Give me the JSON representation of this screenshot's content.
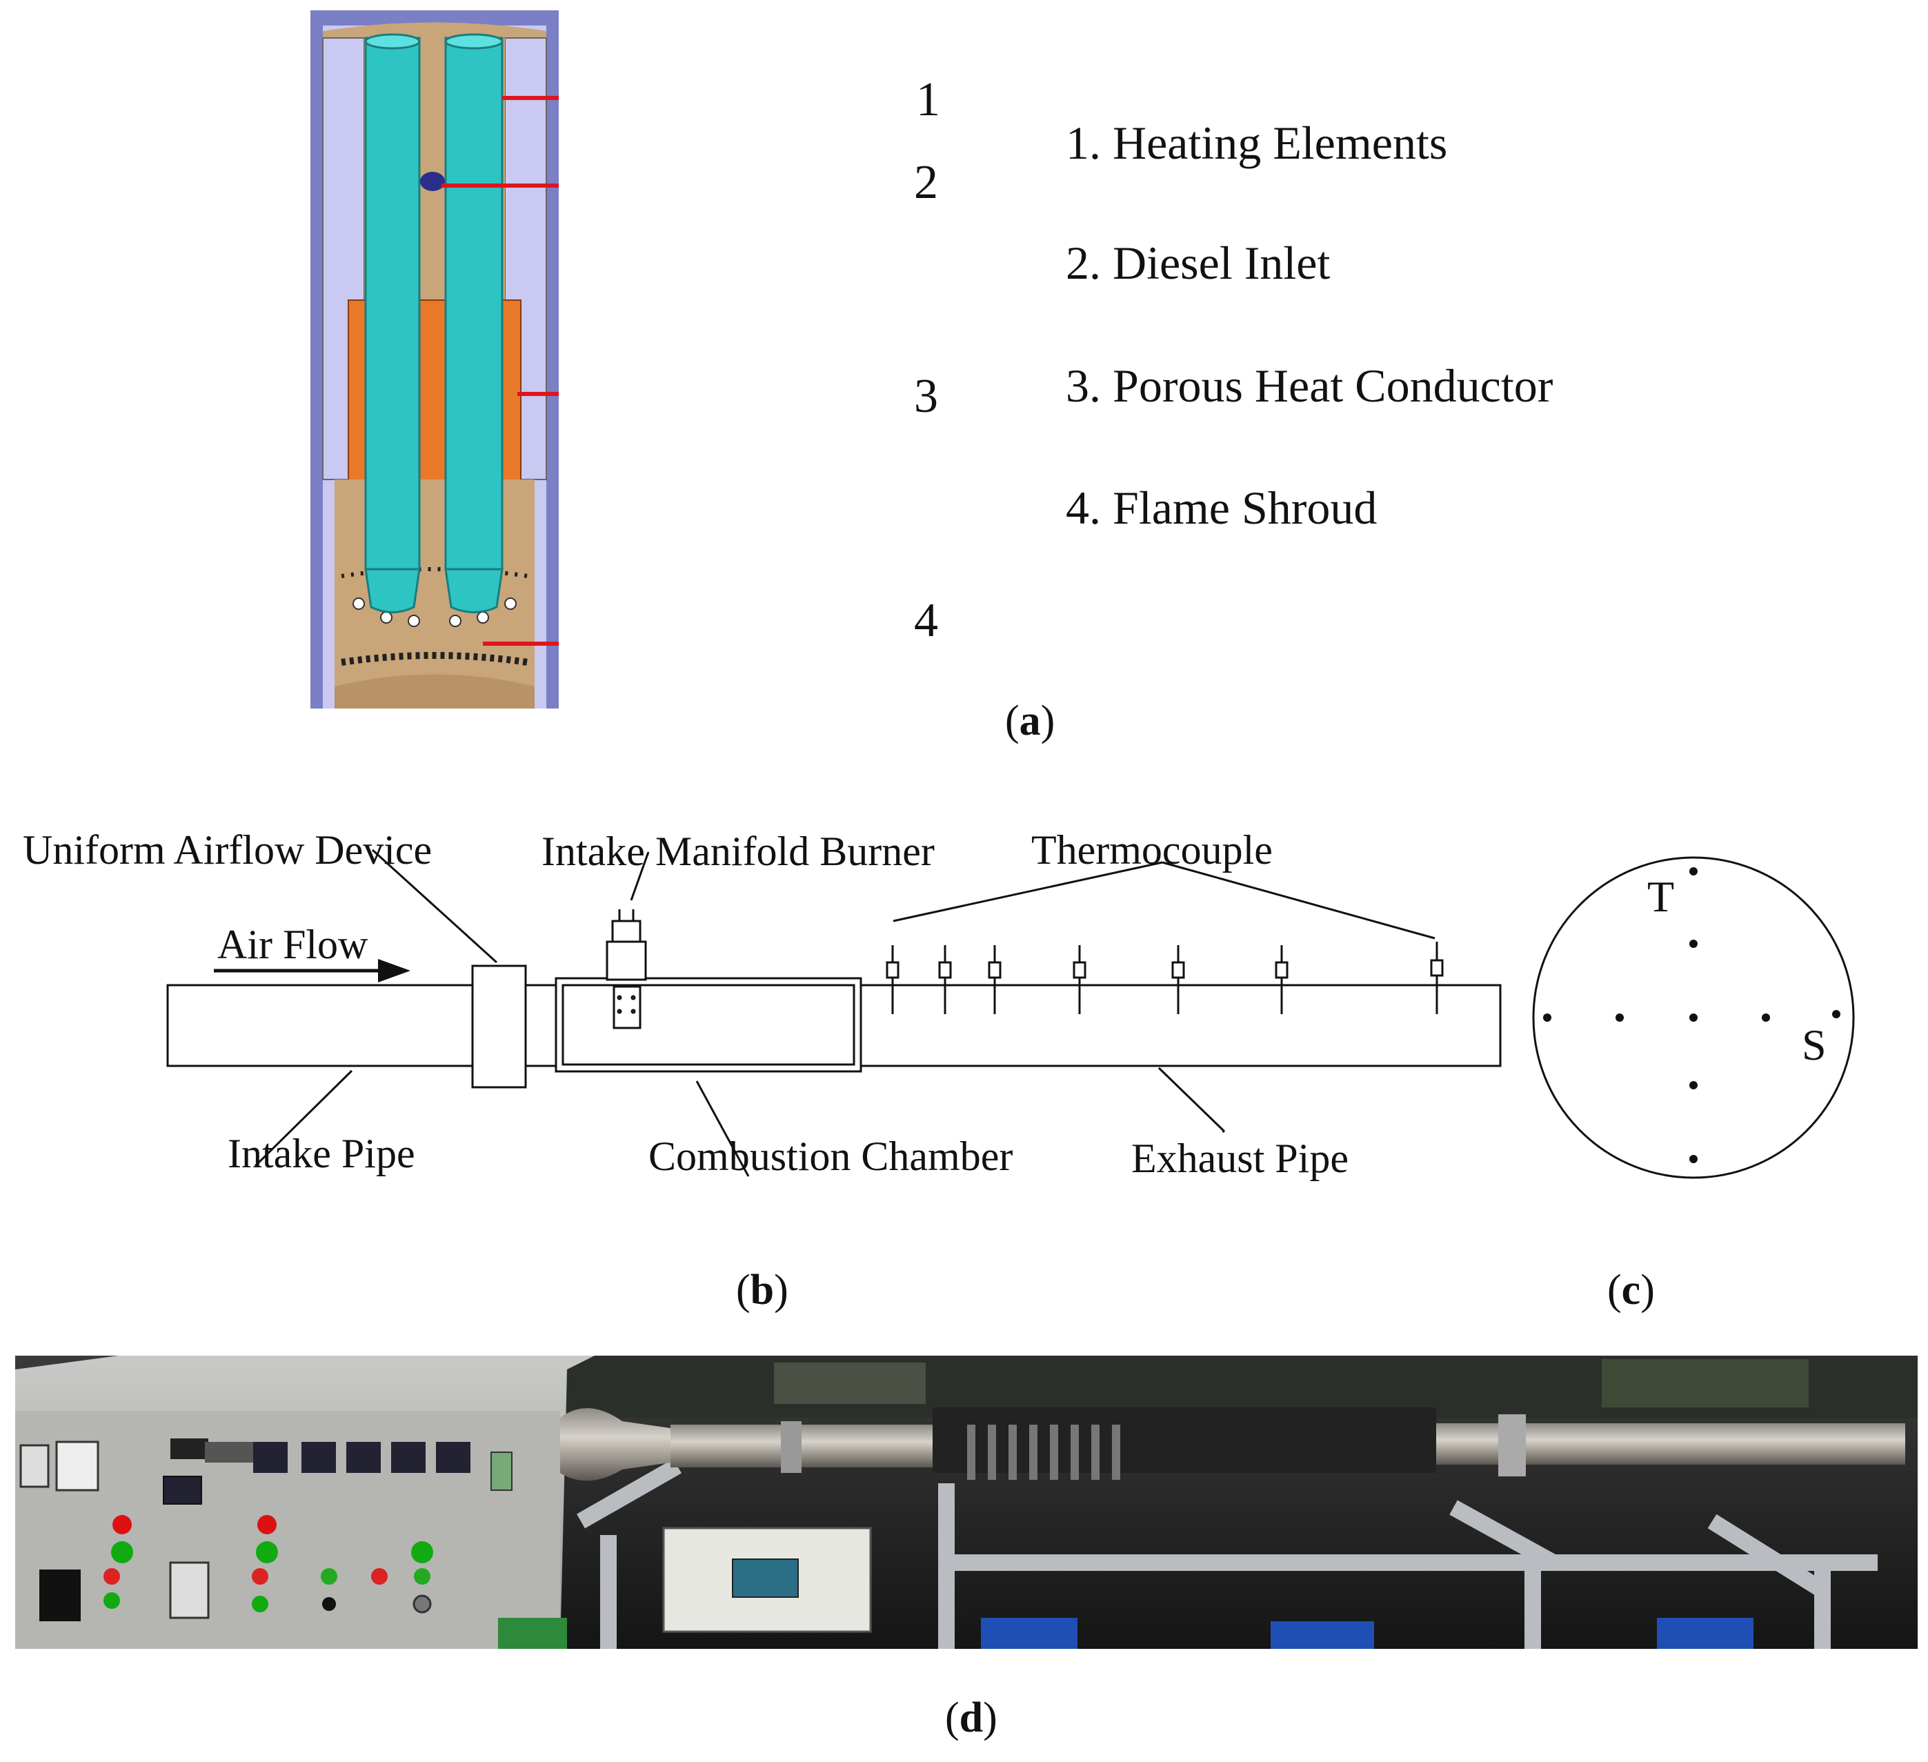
{
  "panel_a": {
    "callout_numbers": [
      "1",
      "2",
      "3",
      "4"
    ],
    "legend": [
      "1. Heating Elements",
      "2. Diesel Inlet",
      "3. Porous Heat Conductor",
      "4. Flame Shroud"
    ],
    "label_letter": "a",
    "colors": {
      "heating_element": "#2ec4c4",
      "conductor": "#e8782a",
      "shroud": "#c9a57a",
      "casing": "#c9c9f2",
      "callout_line": "#e0141c"
    }
  },
  "panel_b": {
    "labels": {
      "uniform_airflow_device": "Uniform Airflow Device",
      "intake_manifold_burner": "Intake Manifold Burner",
      "thermocouple": "Thermocouple",
      "air_flow": "Air Flow",
      "intake_pipe": "Intake Pipe",
      "combustion_chamber": "Combustion Chamber",
      "exhaust_pipe": "Exhaust Pipe"
    },
    "label_letter": "b"
  },
  "panel_c": {
    "labels": {
      "top": "T",
      "side": "S"
    },
    "label_letter": "c"
  },
  "panel_d": {
    "label_letter": "d"
  }
}
